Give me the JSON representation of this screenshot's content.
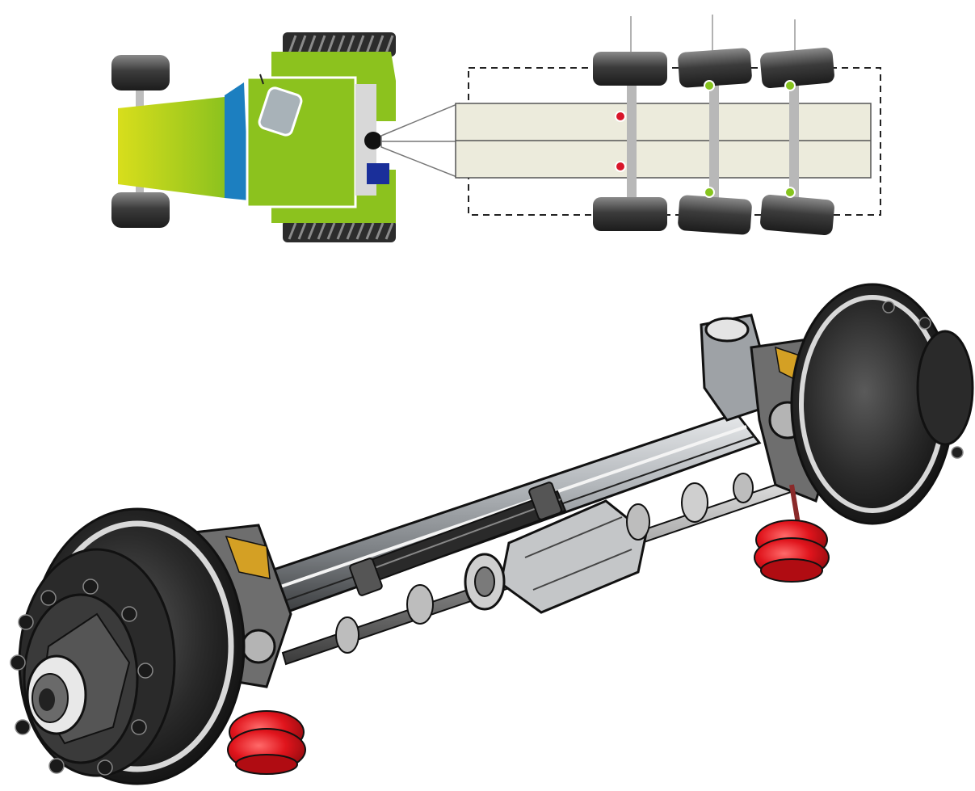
{
  "colors": {
    "tractor_green": "#8cc21e",
    "tractor_yellow": "#d7dc1e",
    "cab_blue": "#1c7fc0",
    "hitch_navy": "#1a2f9a",
    "trailer_bed": "#ecebdc",
    "tire_gray": "#4a4a4a",
    "steered_axle_marker": "#d9162a",
    "fixed_axle_marker": "#86c41e",
    "axle_steel": "#9a9ea3",
    "brake_chamber_red": "#e0141c",
    "drum_black": "#1e1e1e"
  },
  "tractor": {
    "axles": 2
  },
  "trailer": {
    "axle_markers": [
      "red",
      "green",
      "green"
    ]
  },
  "axle_assembly": {
    "brake_chambers": 2,
    "hubs": 2
  }
}
